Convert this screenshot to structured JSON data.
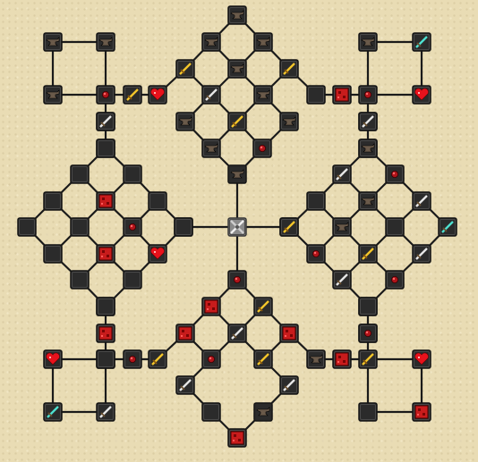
{
  "screen": {
    "title": "",
    "background": "#e9dcb4",
    "tile_color": "#2b2b2b",
    "link_color": "#1a1a1a"
  },
  "nodes": [
    {
      "id": "center-root",
      "icon": "crossed-swords-icon"
    },
    {
      "id": "n-top-chain-a",
      "icon": "anvil-icon"
    },
    {
      "id": "n-top-chain-b",
      "icon": "red-dot-icon"
    },
    {
      "id": "n-top-d1",
      "icon": "anvil-icon"
    },
    {
      "id": "n-top-d2",
      "icon": "anvil-icon"
    },
    {
      "id": "n-top-d3",
      "icon": "gold-sword-icon"
    },
    {
      "id": "n-top-d4",
      "icon": "anvil-icon"
    },
    {
      "id": "n-top-d5",
      "icon": "gold-sword-icon"
    },
    {
      "id": "n-top-d6",
      "icon": "iron-sword-icon"
    },
    {
      "id": "n-top-d7",
      "icon": "anvil-icon"
    },
    {
      "id": "n-top-d8",
      "icon": "gold-sword-icon"
    },
    {
      "id": "n-top-d9",
      "icon": "anvil-icon"
    },
    {
      "id": "n-top-d10",
      "icon": "anvil-icon"
    },
    {
      "id": "n-top-d11",
      "icon": "anvil-icon"
    },
    {
      "id": "n-top-l1",
      "icon": "heart-icon"
    },
    {
      "id": "n-top-l2",
      "icon": "gold-sword-icon"
    },
    {
      "id": "n-top-l3",
      "icon": "red-dot-icon"
    },
    {
      "id": "n-top-r1",
      "icon": "empty"
    },
    {
      "id": "n-top-r2",
      "icon": "redstone-block-icon"
    },
    {
      "id": "n-top-r3",
      "icon": "red-dot-icon"
    },
    {
      "id": "n-tl-1",
      "icon": "anvil-icon"
    },
    {
      "id": "n-tl-2",
      "icon": "anvil-icon"
    },
    {
      "id": "n-tl-3",
      "icon": "anvil-icon"
    },
    {
      "id": "n-tl-4",
      "icon": "iron-sword-icon"
    },
    {
      "id": "n-tr-1",
      "icon": "anvil-icon"
    },
    {
      "id": "n-tr-2",
      "icon": "diamond-sword-icon"
    },
    {
      "id": "n-tr-3",
      "icon": "heart-icon"
    },
    {
      "id": "n-tr-4",
      "icon": "iron-sword-icon"
    },
    {
      "id": "n-left-1",
      "icon": "empty"
    },
    {
      "id": "n-left-2",
      "icon": "empty"
    },
    {
      "id": "n-left-3",
      "icon": "empty"
    },
    {
      "id": "n-left-4",
      "icon": "empty"
    },
    {
      "id": "n-left-5",
      "icon": "empty"
    },
    {
      "id": "n-left-6",
      "icon": "redstone-block-icon"
    },
    {
      "id": "n-left-7",
      "icon": "empty"
    },
    {
      "id": "n-left-8",
      "icon": "empty"
    },
    {
      "id": "n-left-9",
      "icon": "red-dot-icon"
    },
    {
      "id": "n-left-10",
      "icon": "empty"
    },
    {
      "id": "n-left-11",
      "icon": "empty"
    },
    {
      "id": "n-left-12",
      "icon": "redstone-block-icon"
    },
    {
      "id": "n-left-13",
      "icon": "heart-icon"
    },
    {
      "id": "n-left-14",
      "icon": "empty"
    },
    {
      "id": "n-left-15",
      "icon": "empty"
    },
    {
      "id": "n-left-16",
      "icon": "empty"
    },
    {
      "id": "n-right-1",
      "icon": "anvil-icon"
    },
    {
      "id": "n-right-2",
      "icon": "iron-sword-icon"
    },
    {
      "id": "n-right-3",
      "icon": "red-dot-icon"
    },
    {
      "id": "n-right-4",
      "icon": "empty"
    },
    {
      "id": "n-right-5",
      "icon": "anvil-icon"
    },
    {
      "id": "n-right-6",
      "icon": "red-dot-icon"
    },
    {
      "id": "n-right-7",
      "icon": "iron-sword-icon"
    },
    {
      "id": "n-right-8",
      "icon": "gold-sword-icon"
    },
    {
      "id": "n-right-9",
      "icon": "anvil-icon"
    },
    {
      "id": "n-right-10",
      "icon": "empty"
    },
    {
      "id": "n-right-11",
      "icon": "diamond-sword-icon"
    },
    {
      "id": "n-right-12",
      "icon": "red-dot-icon"
    },
    {
      "id": "n-right-13",
      "icon": "gold-sword-icon"
    },
    {
      "id": "n-right-14",
      "icon": "iron-sword-icon"
    },
    {
      "id": "n-right-15",
      "icon": "iron-sword-icon"
    },
    {
      "id": "n-right-16",
      "icon": "red-dot-icon"
    },
    {
      "id": "n-right-17",
      "icon": "empty"
    },
    {
      "id": "n-bot-1",
      "icon": "red-dot-icon"
    },
    {
      "id": "n-bot-2",
      "icon": "redstone-block-icon"
    },
    {
      "id": "n-bot-3",
      "icon": "gold-sword-icon"
    },
    {
      "id": "n-bot-4",
      "icon": "redstone-block-icon"
    },
    {
      "id": "n-bot-5",
      "icon": "iron-sword-icon"
    },
    {
      "id": "n-bot-6",
      "icon": "redstone-block-icon"
    },
    {
      "id": "n-bot-7",
      "icon": "red-dot-icon"
    },
    {
      "id": "n-bot-8",
      "icon": "gold-sword-icon"
    },
    {
      "id": "n-bot-9",
      "icon": "iron-sword-icon"
    },
    {
      "id": "n-bot-10",
      "icon": "iron-sword-icon"
    },
    {
      "id": "n-bot-11",
      "icon": "empty"
    },
    {
      "id": "n-bot-12",
      "icon": "redstone-block-icon"
    },
    {
      "id": "n-bot-l1",
      "icon": "gold-sword-icon"
    },
    {
      "id": "n-bot-l2",
      "icon": "red-dot-icon"
    },
    {
      "id": "n-bot-l3",
      "icon": "empty"
    },
    {
      "id": "n-bot-r1",
      "icon": "anvil-icon"
    },
    {
      "id": "n-bot-r2",
      "icon": "redstone-block-icon"
    },
    {
      "id": "n-bot-r3",
      "icon": "gold-sword-icon"
    },
    {
      "id": "n-bl-1",
      "icon": "heart-icon"
    },
    {
      "id": "n-bl-2",
      "icon": "empty"
    },
    {
      "id": "n-bl-3",
      "icon": "diamond-sword-icon"
    },
    {
      "id": "n-bl-4",
      "icon": "iron-sword-icon"
    },
    {
      "id": "n-br-1",
      "icon": "heart-icon"
    },
    {
      "id": "n-br-2",
      "icon": "empty"
    },
    {
      "id": "n-br-3",
      "icon": "redstone-block-icon"
    },
    {
      "id": "n-lchain-1",
      "icon": "iron-sword-icon"
    },
    {
      "id": "n-lchain-2",
      "icon": "empty"
    },
    {
      "id": "n-lchain-3",
      "icon": "empty"
    },
    {
      "id": "n-lchain-4",
      "icon": "redstone-block-icon"
    },
    {
      "id": "n-rchain-1",
      "icon": "iron-sword-icon"
    },
    {
      "id": "n-rchain-2",
      "icon": "anvil-icon"
    },
    {
      "id": "n-rchain-3",
      "icon": "empty"
    },
    {
      "id": "n-rchain-4",
      "icon": "red-dot-icon"
    },
    {
      "id": "n-root-l",
      "icon": "empty"
    },
    {
      "id": "n-root-r",
      "icon": "gold-sword-icon"
    }
  ]
}
